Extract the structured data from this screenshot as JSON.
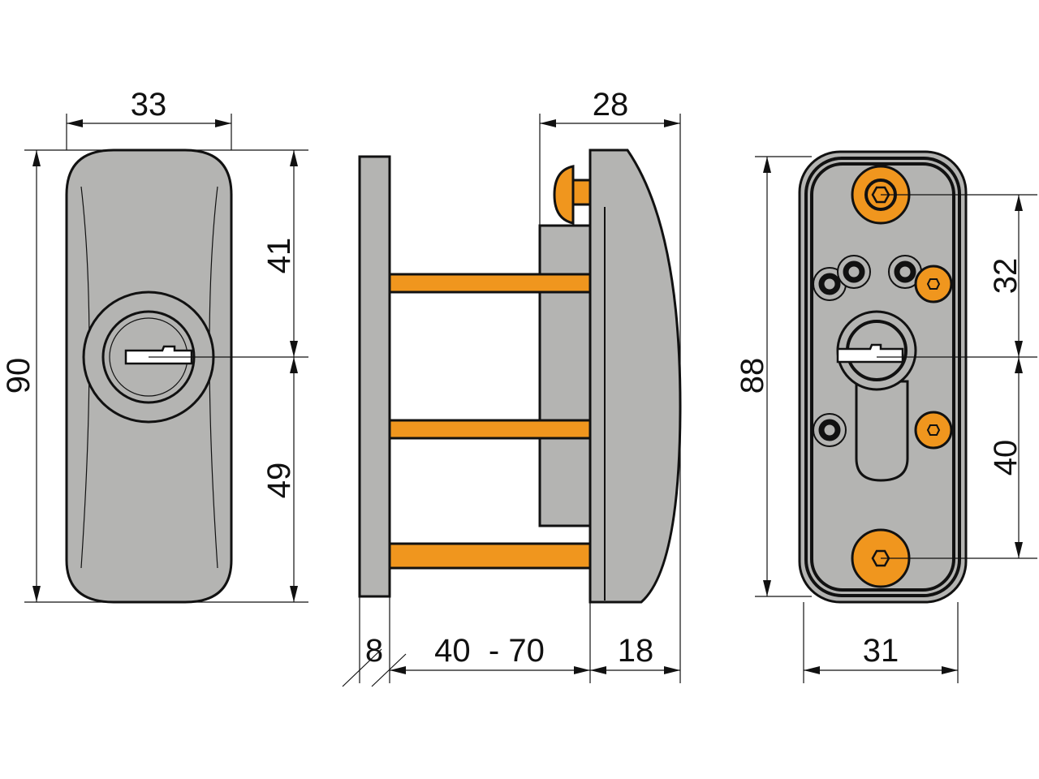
{
  "colors": {
    "body": "#b4b4b2",
    "accent": "#f0961e",
    "line": "#111111"
  },
  "front_view": {
    "width": "33",
    "height": "90",
    "upper": "41",
    "lower": "49"
  },
  "side_view": {
    "depth": "28",
    "plate": "8",
    "range": "40  - 70",
    "knob": "18"
  },
  "back_view": {
    "height": "88",
    "upper": "32",
    "lower": "40",
    "width": "31"
  }
}
